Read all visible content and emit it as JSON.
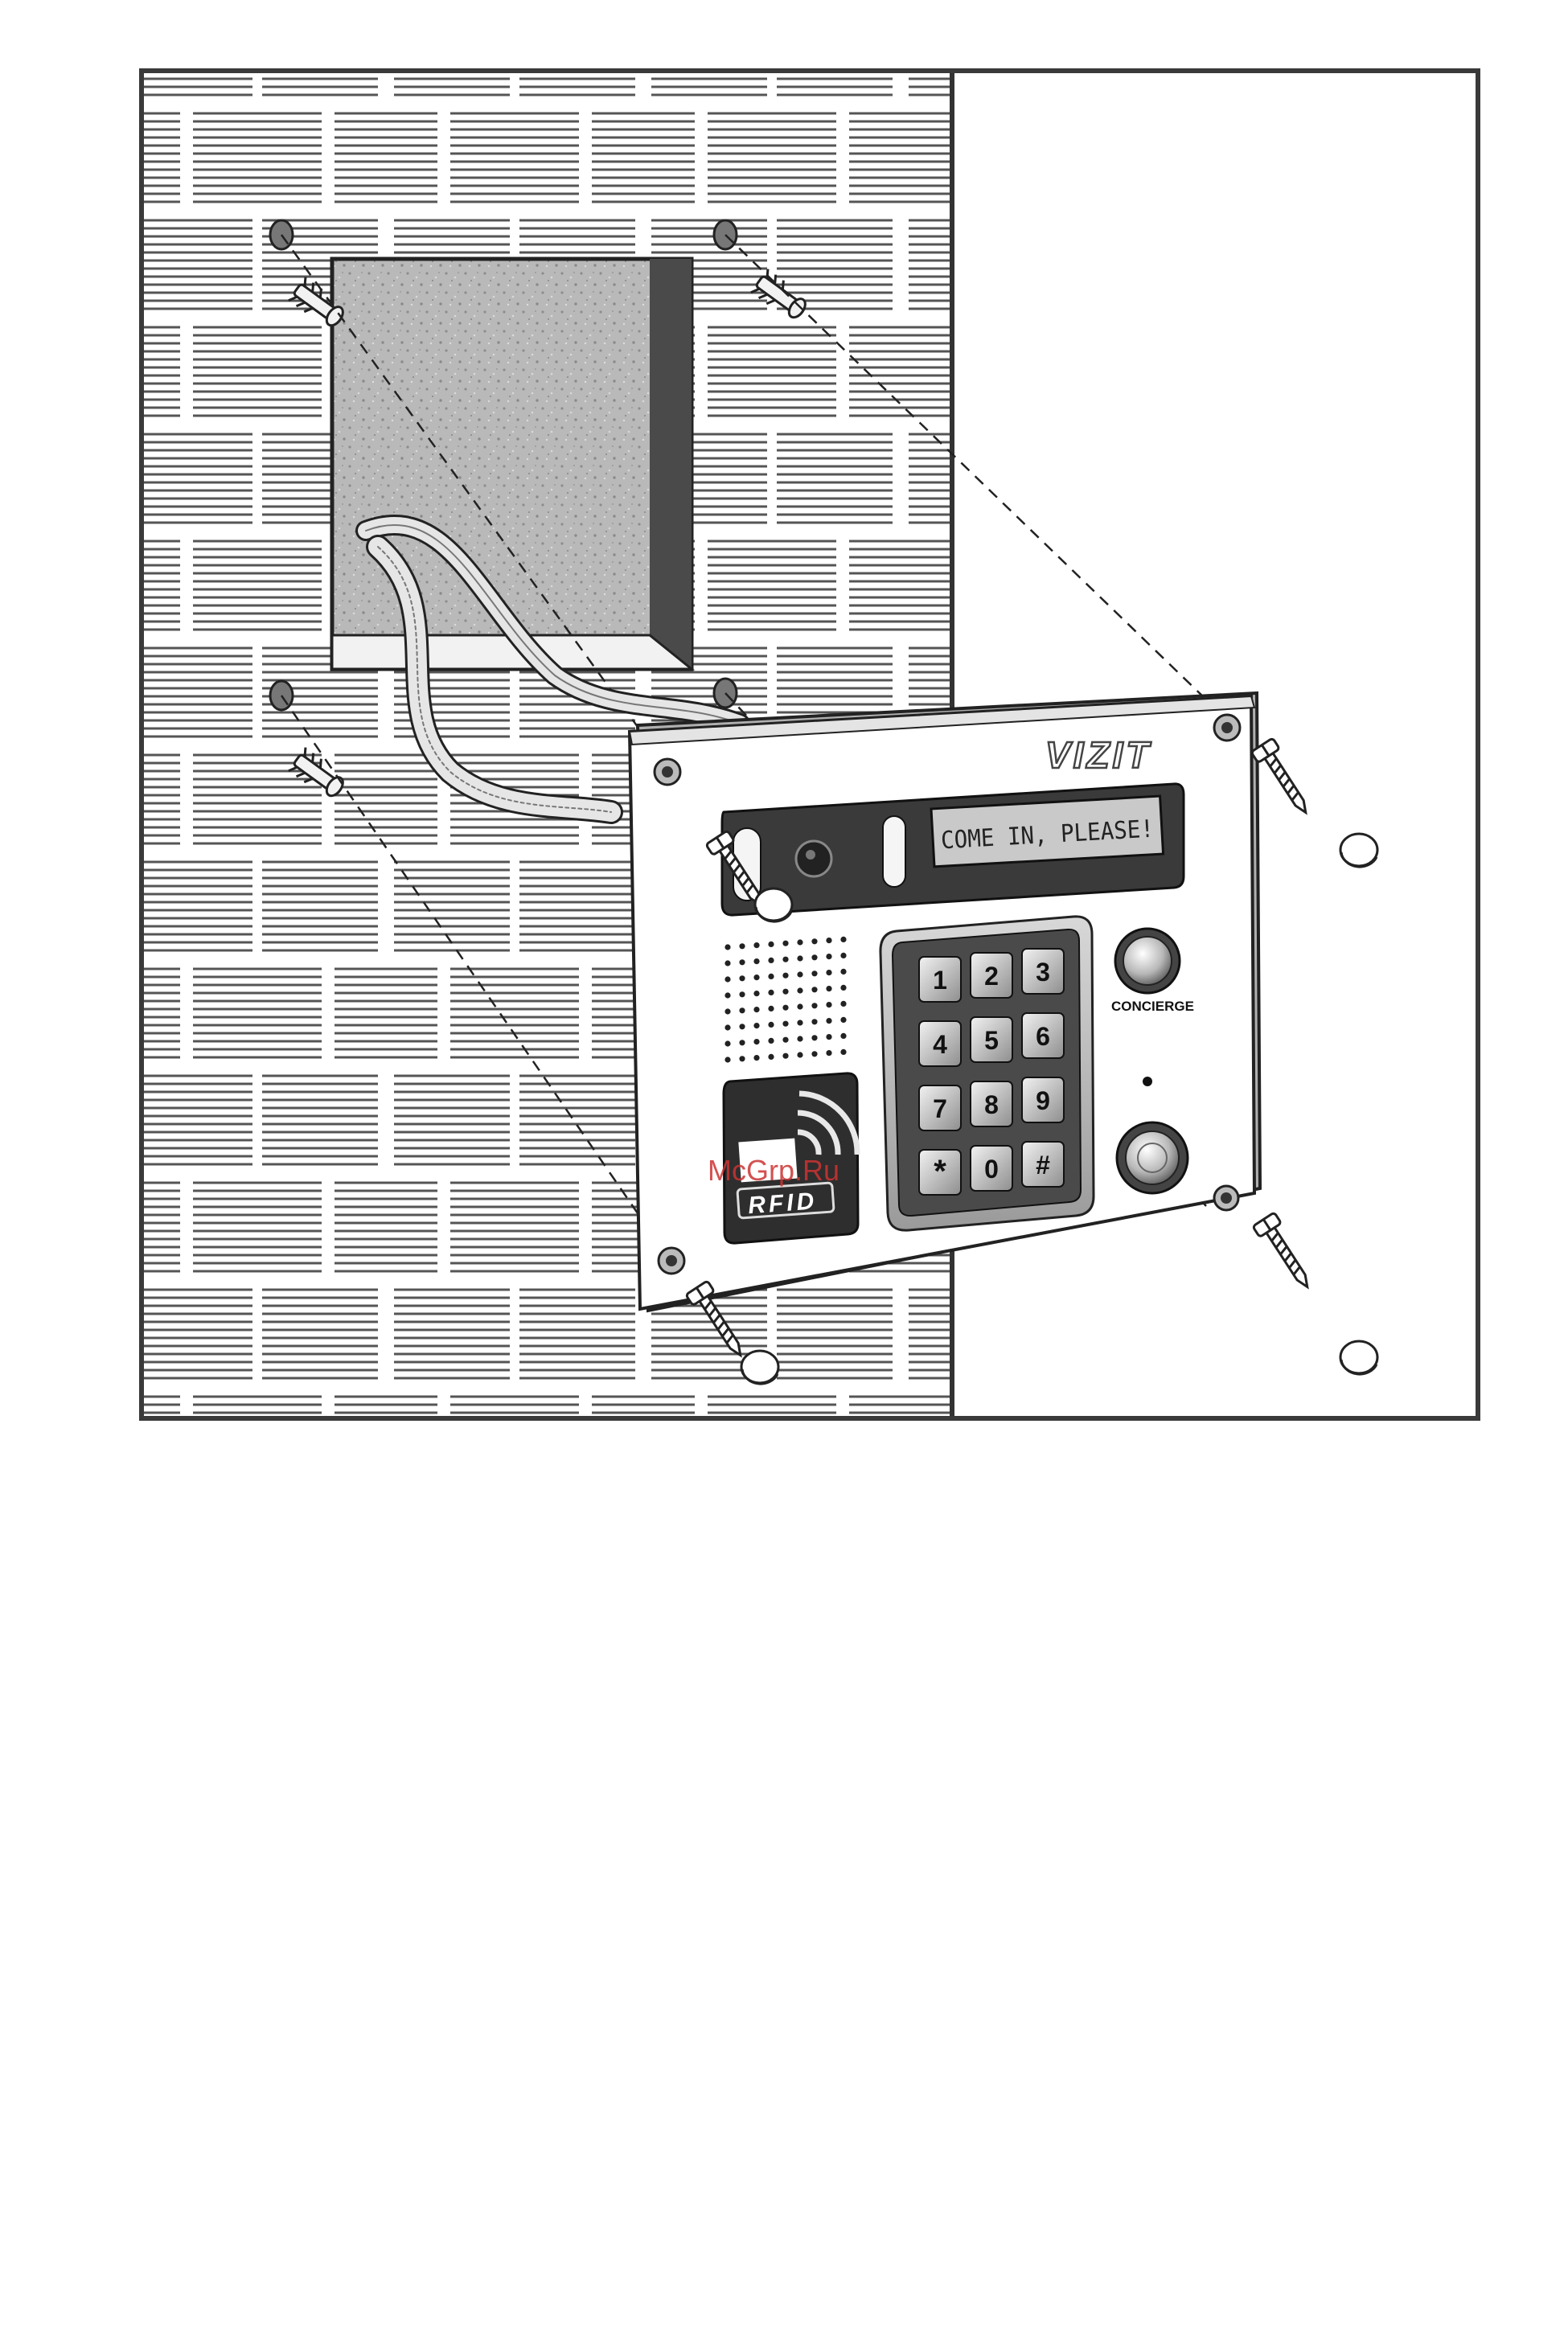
{
  "panel": {
    "brand": "VIZIT",
    "display_text": "COME IN, PLEASE!",
    "concierge_label": "CONCIERGE",
    "rfid_label": "RFID",
    "keypad": {
      "keys": [
        "1",
        "2",
        "3",
        "4",
        "5",
        "6",
        "7",
        "8",
        "9",
        "*",
        "0",
        "#"
      ]
    }
  },
  "watermark": "McGrp.Ru"
}
